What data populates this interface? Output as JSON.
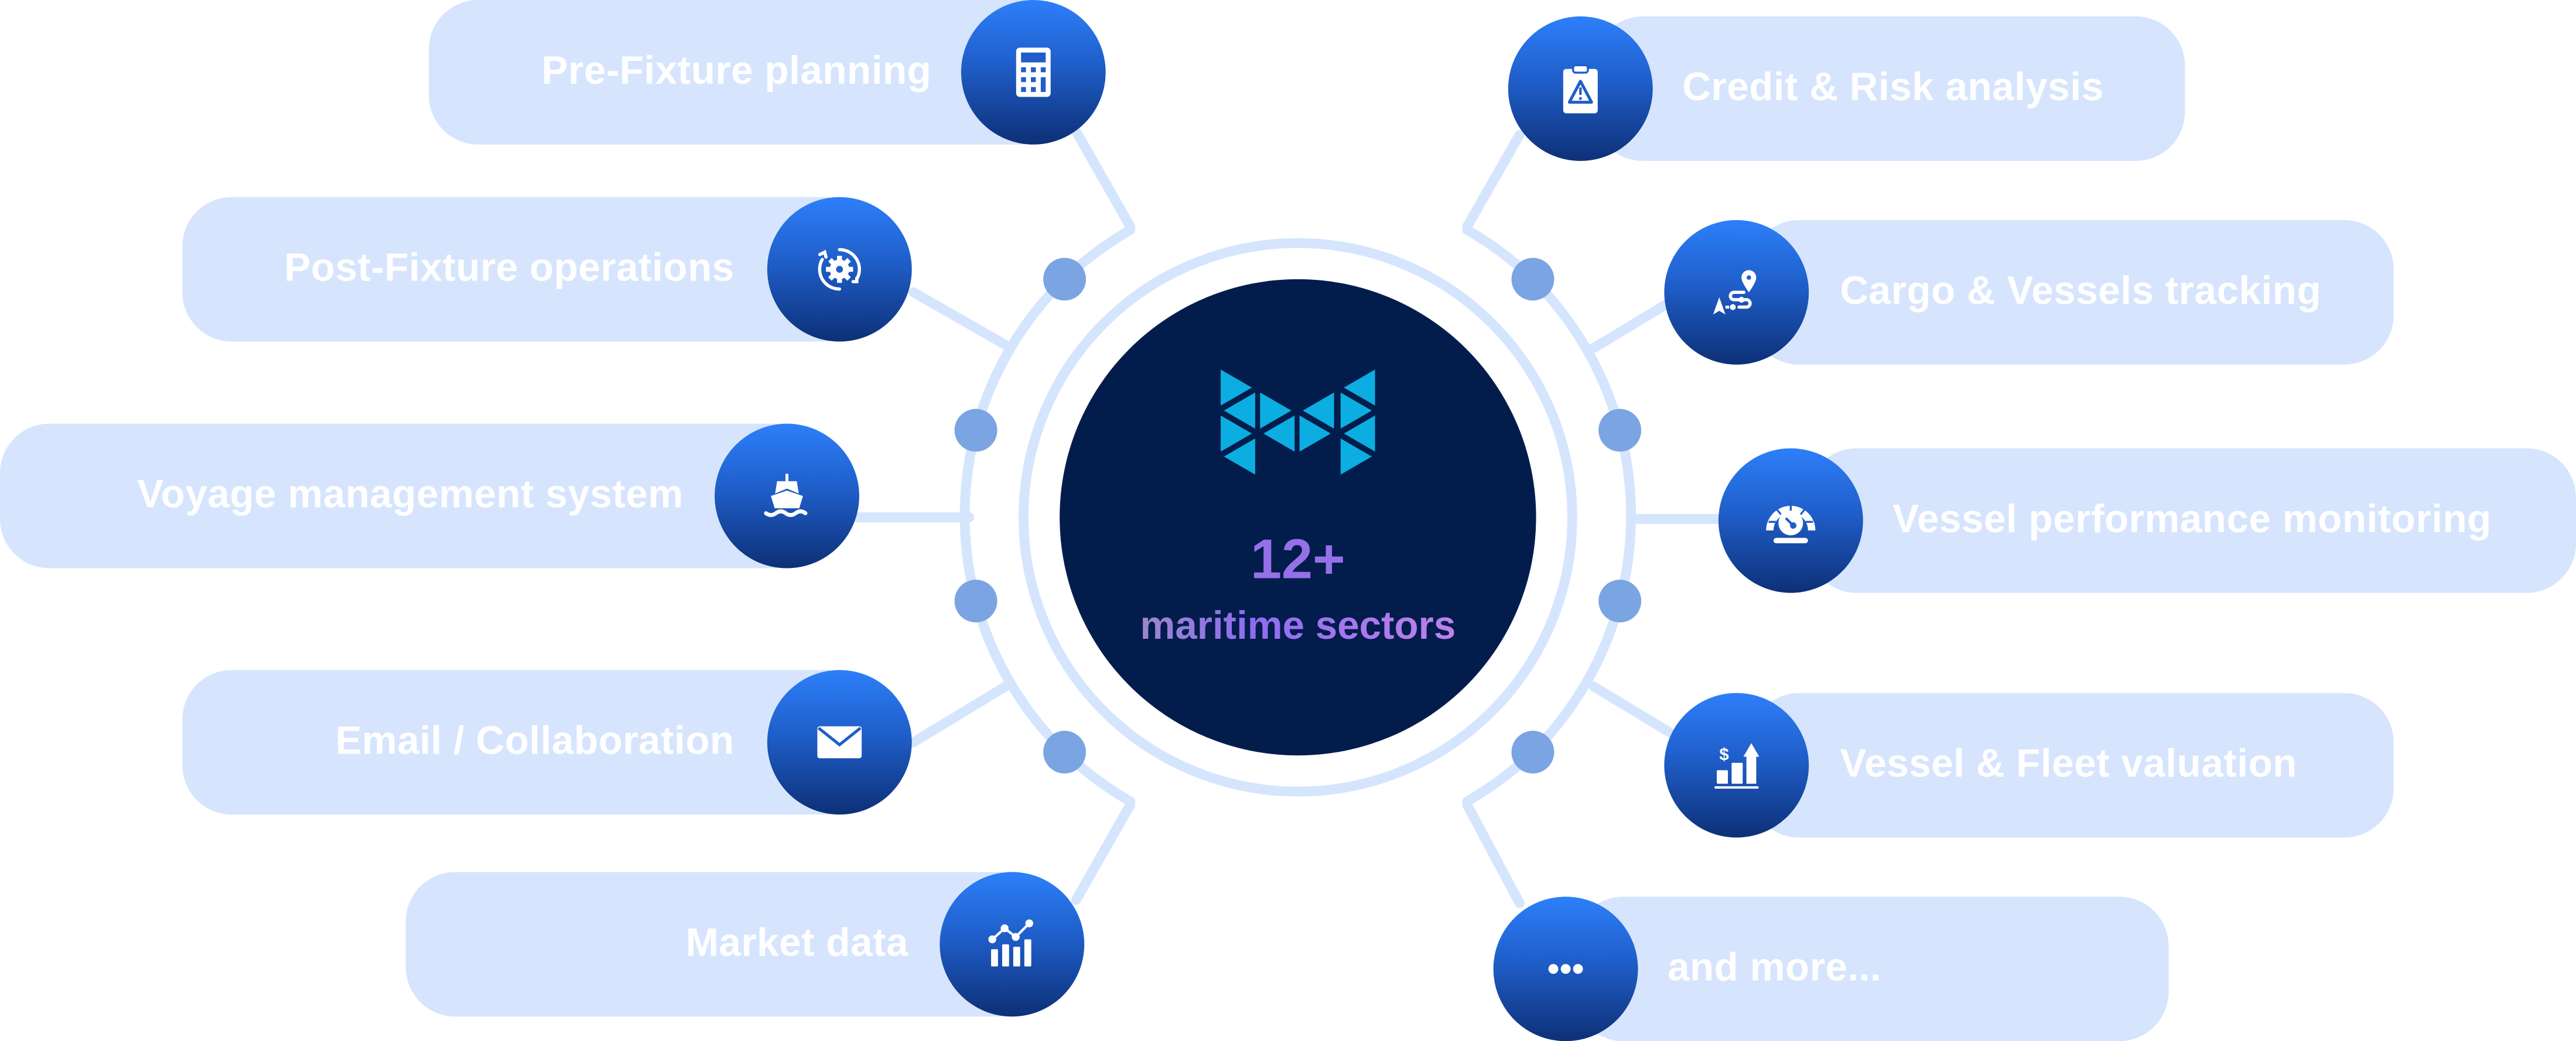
{
  "center": {
    "count": "12+",
    "label": "maritime sectors",
    "logo": "triangle-m-logo",
    "bg_color": "#021d4c",
    "logo_color": "#0cade0"
  },
  "colors": {
    "pill": "#d6e5fd",
    "connector": "#d5e5fd",
    "node_dot": "#7ba4e2",
    "icon_gradient_top": "#2d7ffa",
    "icon_gradient_bottom": "#0d3077"
  },
  "left_items": [
    {
      "label": "Pre-Fixture planning",
      "icon": "calculator-icon"
    },
    {
      "label": "Post-Fixture operations",
      "icon": "gear-refresh-icon"
    },
    {
      "label": "Voyage management system",
      "icon": "ship-icon"
    },
    {
      "label": "Email / Collaboration",
      "icon": "envelope-icon"
    },
    {
      "label": "Market data",
      "icon": "chart-bars-line-icon"
    }
  ],
  "right_items": [
    {
      "label": "Credit & Risk analysis",
      "icon": "clipboard-warning-icon"
    },
    {
      "label": "Cargo & Vessels tracking",
      "icon": "route-pin-icon"
    },
    {
      "label": "Vessel performance monitoring",
      "icon": "gauge-icon"
    },
    {
      "label": "Vessel & Fleet valuation",
      "icon": "dollar-growth-icon"
    },
    {
      "label": "and more...",
      "icon": "more-dots-icon"
    }
  ]
}
